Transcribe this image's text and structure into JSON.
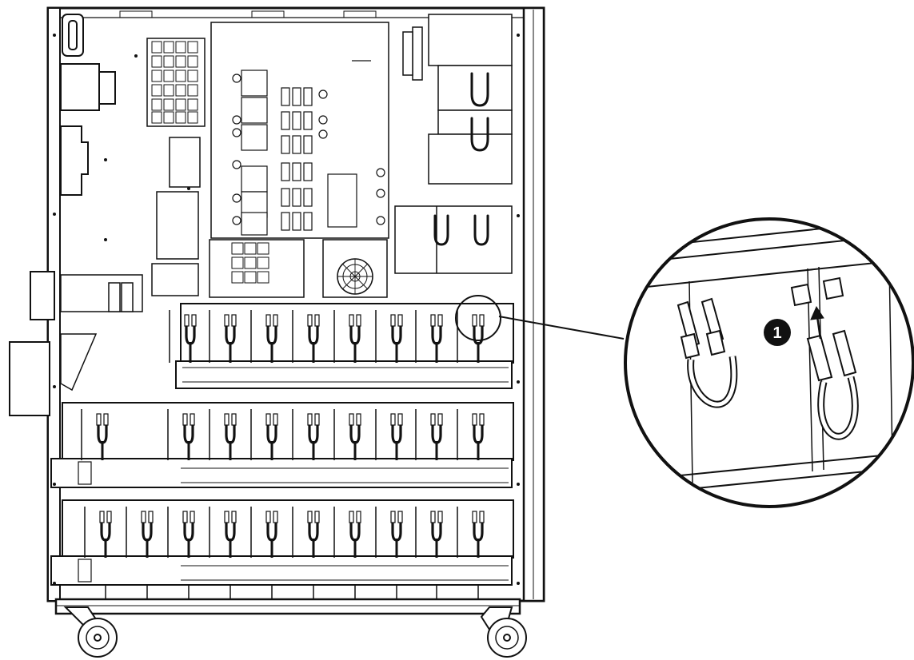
{
  "figure": {
    "ink_color": "#111111",
    "panel_fill": "#ffffff",
    "shade_fill": "#d9d9d9",
    "battery_columns": [
      [
        238,
        288,
        340,
        392,
        444,
        496,
        546,
        598
      ],
      [
        128,
        236,
        288,
        340,
        392,
        444,
        496,
        546,
        598
      ],
      [
        132,
        184,
        236,
        288,
        340,
        392,
        444,
        496,
        546,
        598
      ]
    ]
  },
  "callout": {
    "number": "1",
    "badge_color": "#111111",
    "badge_text_color": "#ffffff",
    "icon": "arrow-up-icon"
  }
}
